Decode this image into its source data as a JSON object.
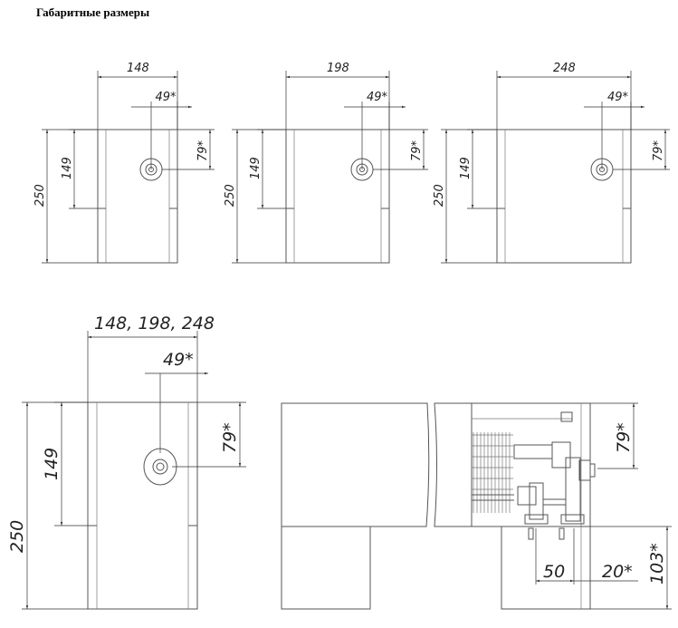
{
  "title": "Габаритные размеры",
  "top_views": [
    {
      "width": "148",
      "offset": "49*",
      "height_to_valve": "79*",
      "mid": "149",
      "height": "250"
    },
    {
      "width": "198",
      "offset": "49*",
      "height_to_valve": "79*",
      "mid": "149",
      "height": "250"
    },
    {
      "width": "248",
      "offset": "49*",
      "height_to_valve": "79*",
      "mid": "149",
      "height": "250"
    }
  ],
  "front_view": {
    "width": "148, 198, 248",
    "offset": "49*",
    "height_to_valve": "79*",
    "mid": "149",
    "height": "250"
  },
  "side_view": {
    "height_to_valve": "79*",
    "pipe_spacing": "50",
    "pipe_offset": "20*",
    "bottom_height": "103*"
  }
}
